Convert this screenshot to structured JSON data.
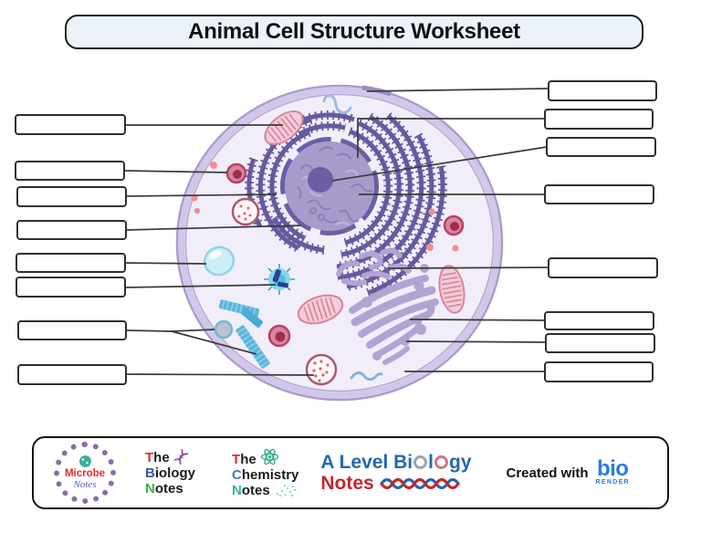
{
  "title": "Animal Cell Structure Worksheet",
  "diagram": {
    "name": "animal-cell-structure-diagram",
    "label_boxes": {
      "left": [
        "",
        "",
        "",
        "",
        "",
        "",
        "",
        ""
      ],
      "right": [
        "",
        "",
        "",
        "",
        "",
        "",
        "",
        ""
      ]
    }
  },
  "footer": {
    "microbe": {
      "name": "Microbe",
      "sub": "Notes"
    },
    "biology": {
      "t": "T",
      "he": "he",
      "b": "B",
      "iology": "iology",
      "n": "N",
      "otes": "otes"
    },
    "chemistry": {
      "t": "T",
      "he": "he",
      "c": "C",
      "hemistry": "hemistry",
      "n": "N",
      "otes": "otes"
    },
    "alevel": {
      "p1": "A Level Bi",
      "p2": "l",
      "p3": "gy",
      "notes": "Notes"
    },
    "created_with": "Created with",
    "biorender": {
      "bio": "bio",
      "render": "RENDER"
    }
  },
  "icons": {
    "dna": "dna-icon",
    "atom": "atom-icon",
    "microbe_badge": "microbe-icon",
    "dna_wave": "dna-wave-icon"
  },
  "colors": {
    "membrane": "#b4a6d4",
    "cytoplasm": "#f2eef9",
    "nucleus_fill": "#a79bca",
    "nucleolus": "#6c5da4",
    "endoplasmic_reticulum": "#665a9f",
    "golgi": "#b3a3d3",
    "mitochondria_fill": "#f6ccd7",
    "mitochondria_stroke": "#d4849c",
    "leader_line": "#3b3b3b",
    "brand_red": "#e32726",
    "brand_blue": "#3c51a3",
    "brand_green": "#3faa49",
    "brand_teal": "#2ab5a0",
    "alevel_blue": "#2467ae",
    "alevel_red": "#c0272d",
    "biorender_blue": "#2b7ce0"
  }
}
